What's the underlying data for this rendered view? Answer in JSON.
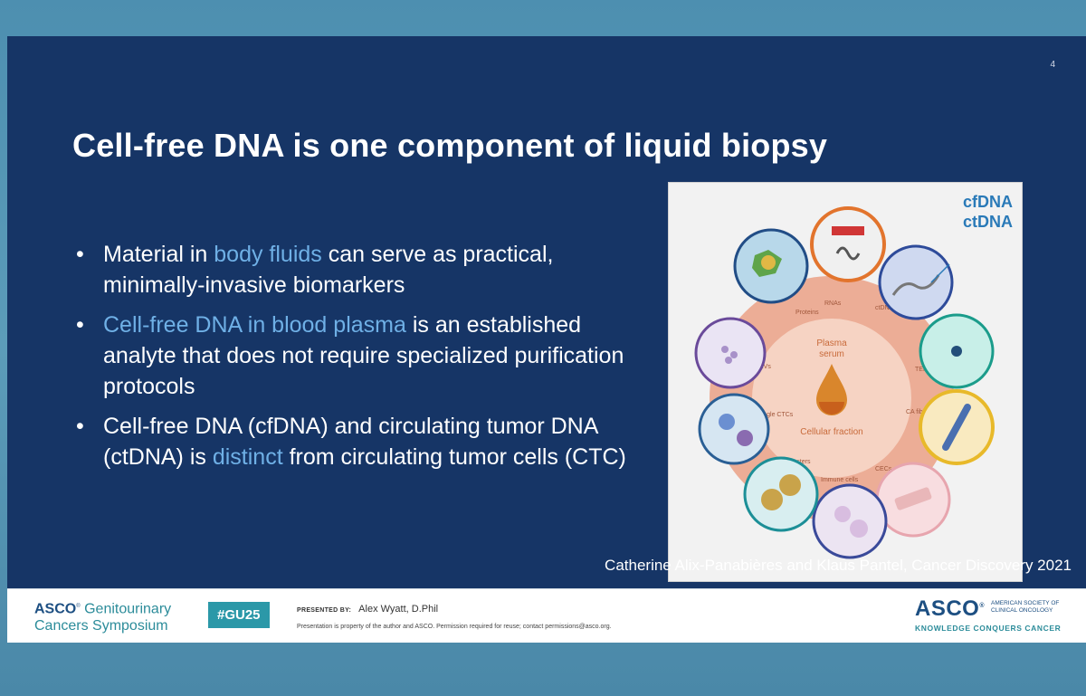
{
  "slide": {
    "page_number": "4",
    "title": "Cell-free DNA is one component of liquid biopsy",
    "bullets": [
      {
        "pre": "",
        "highlight": "body fluids",
        "pre_first": "Material in ",
        "post": " can serve as practical, minimally-invasive biomarkers"
      },
      {
        "pre_first": "",
        "highlight": "Cell-free DNA in blood plasma",
        "post": " is an established analyte that does not require specialized purification protocols"
      },
      {
        "pre_first": "Cell-free DNA (cfDNA) and circulating tumor DNA (ctDNA) is ",
        "highlight": "distinct",
        "post": " from circulating tumor cells (CTC)"
      }
    ],
    "citation": "Catherine Alix-Panabières and Klaus Pantel, Cancer Discovery 2021",
    "figure": {
      "corner_labels": [
        "cfDNA",
        "ctDNA"
      ],
      "center_labels": [
        "Plasma",
        "serum",
        "Cellular fraction"
      ],
      "ring_labels": [
        "Proteins",
        "RNAs",
        "ctDNA",
        "TEP",
        "CA fibroblast",
        "CECs",
        "Immune cells",
        "CTC clusters",
        "Single CTCs",
        "EVs"
      ],
      "colors": {
        "ring_bg": "#e9a590",
        "center_bg": "#f3c8b6",
        "drop": "#d9862c",
        "label": "#2a7ab8"
      }
    }
  },
  "footer": {
    "left_logo": {
      "asco": "ASCO",
      "line1_rest": "Genitourinary",
      "line2": "Cancers Symposium"
    },
    "hashtag": "#GU25",
    "presented_by_label": "PRESENTED BY:",
    "presenter_name": "Alex Wyatt, D.Phil",
    "note": "Presentation is property of the author and ASCO. Permission required for reuse; contact permissions@asco.org.",
    "right_logo": {
      "asco": "ASCO",
      "society_lines": [
        "AMERICAN SOCIETY OF",
        "CLINICAL ONCOLOGY"
      ],
      "tagline": "KNOWLEDGE CONQUERS CANCER"
    }
  }
}
